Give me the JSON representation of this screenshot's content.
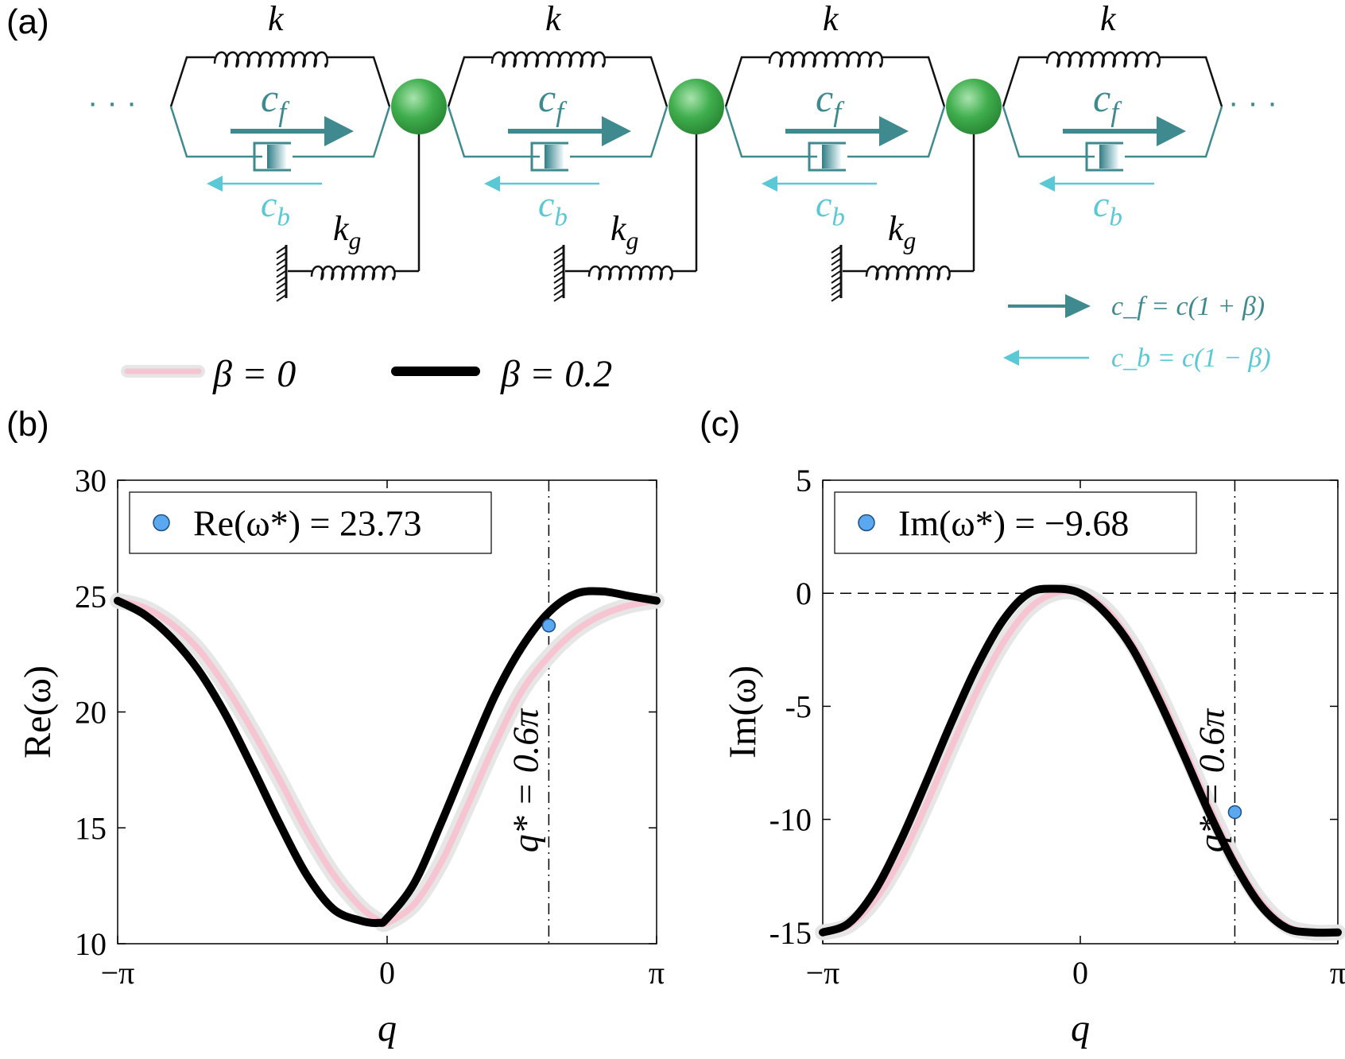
{
  "panel_labels": {
    "a": "(a)",
    "b": "(b)",
    "c": "(c)"
  },
  "schematic": {
    "spring_label": "k",
    "forward_damping_label": "c",
    "forward_damping_sub": "f",
    "backward_damping_label": "c",
    "backward_damping_sub": "b",
    "ground_spring_label": "k",
    "ground_spring_sub": "g",
    "ellipsis": "· · ·",
    "key_forward": "c_f = c(1 + β)",
    "key_backward": "c_b = c(1 − β)",
    "colors": {
      "forward": "#3f8a8f",
      "backward": "#5bc8d6",
      "mass": "#2e9a3e",
      "line": "#111111"
    }
  },
  "legend": [
    {
      "label": "β = 0",
      "color": "#f7c4d2",
      "halo": "#e6e6e6"
    },
    {
      "label": "β = 0.2",
      "color": "#000000"
    }
  ],
  "chart_data": [
    {
      "type": "line",
      "panel": "(b)",
      "xlabel": "q",
      "ylabel": "Re(ω)",
      "xlim": [
        -3.1416,
        3.1416
      ],
      "ylim": [
        10,
        30
      ],
      "xticks": [
        -3.1416,
        0,
        3.1416
      ],
      "xtick_labels": [
        "−π",
        "0",
        "π"
      ],
      "yticks": [
        10,
        15,
        20,
        25,
        30
      ],
      "ytick_labels": [
        "10",
        "15",
        "20",
        "25",
        "30"
      ],
      "x": [
        -3.1416,
        -2.8274,
        -2.5133,
        -2.1991,
        -1.885,
        -1.5708,
        -1.2566,
        -0.9425,
        -0.6283,
        -0.3142,
        -0.1,
        0,
        0.3142,
        0.6283,
        0.9425,
        1.2566,
        1.5708,
        1.885,
        2.1991,
        2.5133,
        2.8274,
        3.1416
      ],
      "series": [
        {
          "name": "β = 0",
          "values": [
            24.8,
            24.5,
            23.8,
            22.7,
            21.1,
            19.2,
            17.1,
            14.9,
            13.0,
            11.6,
            11.0,
            10.9,
            11.7,
            13.5,
            16.0,
            18.6,
            20.9,
            22.4,
            23.5,
            24.2,
            24.6,
            24.8
          ]
        },
        {
          "name": "β = 0.2",
          "values": [
            24.8,
            24.2,
            23.2,
            21.8,
            19.9,
            17.6,
            15.2,
            13.0,
            11.5,
            11.0,
            10.9,
            11.1,
            12.6,
            15.2,
            18.0,
            20.7,
            22.8,
            24.3,
            25.1,
            25.2,
            25.0,
            24.8
          ]
        }
      ],
      "marker": {
        "x": 1.885,
        "y": 23.73,
        "color": "#5aa9f0"
      },
      "marker_legend": "Re(ω*) = 23.73",
      "vline": {
        "x": 1.885,
        "label": "q* = 0.6π",
        "style": "dash-dot"
      }
    },
    {
      "type": "line",
      "panel": "(c)",
      "xlabel": "q",
      "ylabel": "Im(ω)",
      "xlim": [
        -3.1416,
        3.1416
      ],
      "ylim": [
        -15.5,
        5
      ],
      "xticks": [
        -3.1416,
        0,
        3.1416
      ],
      "xtick_labels": [
        "−π",
        "0",
        "π"
      ],
      "yticks": [
        -15,
        -10,
        -5,
        0,
        5
      ],
      "ytick_labels": [
        "-15",
        "-10",
        "-5",
        "0",
        "5"
      ],
      "x": [
        -3.1416,
        -2.8274,
        -2.5133,
        -2.1991,
        -1.885,
        -1.5708,
        -1.2566,
        -0.9425,
        -0.6283,
        -0.3142,
        0,
        0.3142,
        0.6283,
        0.9425,
        1.2566,
        1.5708,
        1.885,
        2.1991,
        2.5133,
        2.8274,
        3.1416
      ],
      "series": [
        {
          "name": "β = 0",
          "values": [
            -15.0,
            -14.7,
            -13.6,
            -11.8,
            -9.4,
            -6.8,
            -4.3,
            -2.2,
            -0.7,
            0.0,
            0.0,
            -0.7,
            -2.2,
            -4.3,
            -6.8,
            -9.4,
            -11.8,
            -13.6,
            -14.7,
            -15.0,
            -15.0
          ]
        },
        {
          "name": "β = 0.2",
          "values": [
            -15.0,
            -14.6,
            -13.2,
            -11.0,
            -8.4,
            -5.7,
            -3.2,
            -1.2,
            0.0,
            0.2,
            0.0,
            -0.9,
            -2.4,
            -4.6,
            -7.1,
            -9.7,
            -12.0,
            -13.8,
            -14.8,
            -15.0,
            -15.0
          ]
        }
      ],
      "marker": {
        "x": 1.885,
        "y": -9.68,
        "color": "#5aa9f0"
      },
      "marker_legend": "Im(ω*) = −9.68",
      "vline": {
        "x": 1.885,
        "label": "q* = 0.6π",
        "style": "dash-dot"
      },
      "hline": {
        "y": 0,
        "style": "dashed"
      }
    }
  ]
}
